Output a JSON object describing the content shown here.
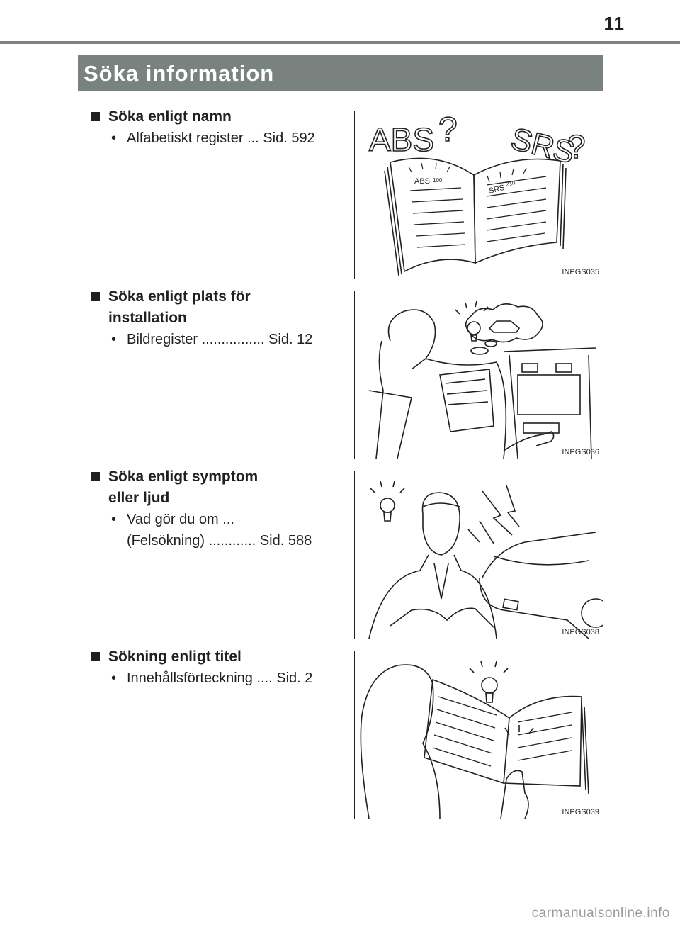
{
  "page_number": "11",
  "title": "Söka information",
  "sections": [
    {
      "heading": [
        "Söka enligt namn"
      ],
      "entry": [
        "Alfabetiskt register ... Sid. 592"
      ],
      "illustration": {
        "code": "INPGS035",
        "labels": {
          "abs": "ABS",
          "srs": "SRS",
          "q": "?",
          "abs_tag": "ABS",
          "abs_page": "100",
          "srs_tag": "SRS",
          "srs_page": "210"
        }
      }
    },
    {
      "heading": [
        "Söka enligt plats för",
        "installation"
      ],
      "entry": [
        "Bildregister ................ Sid. 12"
      ],
      "illustration": {
        "code": "INPGS036"
      }
    },
    {
      "heading": [
        "Söka enligt symptom",
        "eller ljud"
      ],
      "entry": [
        "Vad gör du om ...",
        "(Felsökning) ............ Sid. 588"
      ],
      "illustration": {
        "code": "INPGS038"
      }
    },
    {
      "heading": [
        "Sökning enligt titel"
      ],
      "entry": [
        "Innehållsförteckning .... Sid. 2"
      ],
      "illustration": {
        "code": "INPGS039"
      }
    }
  ],
  "bullet": "•",
  "watermark": "carmanualsonline.info"
}
